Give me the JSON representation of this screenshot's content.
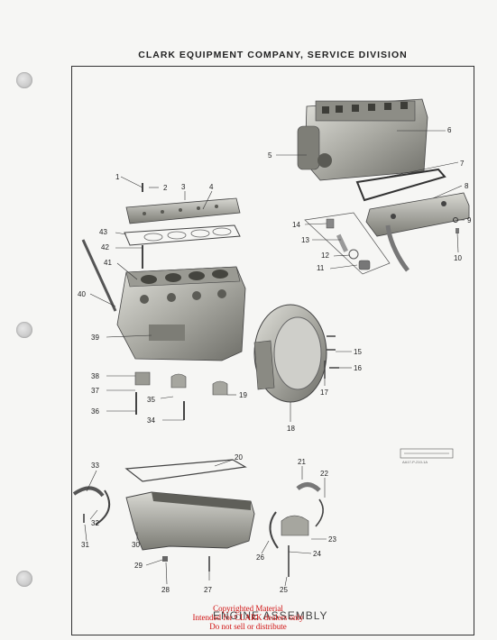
{
  "header": "CLARK EQUIPMENT COMPANY, SERVICE DIVISION",
  "figure_title": "ENGINE ASSEMBLY",
  "watermark": [
    "Copyrighted Material",
    "Intended for CLARK dealers only",
    "Do not sell or distribute"
  ],
  "scale_code": "AA17-P-210-1A",
  "callouts": [
    "1",
    "2",
    "3",
    "4",
    "5",
    "6",
    "7",
    "8",
    "9",
    "10",
    "11",
    "12",
    "13",
    "14",
    "15",
    "16",
    "17",
    "18",
    "19",
    "20",
    "21",
    "22",
    "23",
    "24",
    "25",
    "26",
    "27",
    "28",
    "29",
    "30",
    "31",
    "32",
    "33",
    "34",
    "35",
    "36",
    "37",
    "38",
    "39",
    "40",
    "41",
    "42",
    "43"
  ],
  "colors": {
    "ink": "#222222",
    "metal_light": "#cfcfca",
    "metal_dark": "#6e6e68",
    "watermark": "#d01010"
  }
}
